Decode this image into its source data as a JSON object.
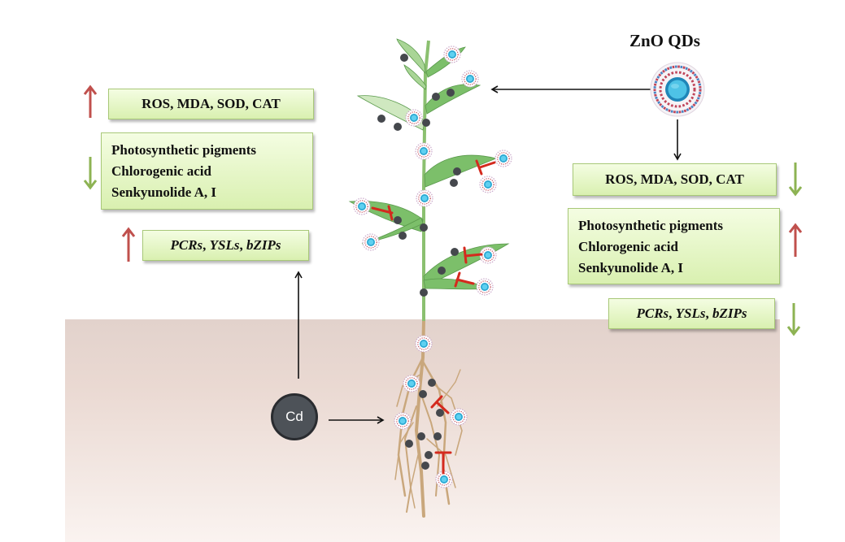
{
  "title": "Effects of ZnO QDs on Cd-stressed plant",
  "colors": {
    "increase_arrow": "#c0504d",
    "decrease_arrow": "#8db353",
    "box_fill_top": "#f4fde2",
    "box_fill_bottom": "#d9f0b0",
    "inhibition_mark": "#d42a1e",
    "cd_particle": "#45484d",
    "qd_core": "#31b5e0",
    "soil": "#e6d6cf",
    "leaf": "#7cbf6a",
    "root": "#c9a77c"
  },
  "nanoparticle": {
    "label": "ZnO QDs",
    "icon": "quantum-dot-icon"
  },
  "contaminant": {
    "label": "Cd",
    "icon": "cadmium-ion-badge"
  },
  "cd_effects": {
    "oxidative_stress": {
      "text": "ROS, MDA, SOD, CAT",
      "direction": "up"
    },
    "metabolites": {
      "lines": [
        "Photosynthetic pigments",
        "Chlorogenic acid",
        "Senkyunolide A, I"
      ],
      "direction": "down"
    },
    "genes": {
      "items": [
        "PCRs",
        "YSLs",
        "bZIPs"
      ],
      "separator": ", ",
      "direction": "up"
    }
  },
  "zno_effects": {
    "oxidative_stress": {
      "text": "ROS, MDA, SOD, CAT",
      "direction": "down"
    },
    "metabolites": {
      "lines": [
        "Photosynthetic pigments",
        "Chlorogenic acid",
        "Senkyunolide A, I"
      ],
      "direction": "up"
    },
    "genes": {
      "items": [
        "PCRs",
        "YSLs",
        "bZIPs"
      ],
      "separator": ", ",
      "direction": "down"
    }
  },
  "arrows": [
    {
      "from": "ZnO QDs",
      "to": "plant shoot"
    },
    {
      "from": "ZnO QDs",
      "to": "ZnO effects"
    },
    {
      "from": "Cd",
      "to": "plant root"
    },
    {
      "from": "Cd",
      "to": "Cd effects"
    }
  ],
  "legend_icons": [
    "cd-particle-icon",
    "zno-qd-icon",
    "inhibition-icon"
  ]
}
